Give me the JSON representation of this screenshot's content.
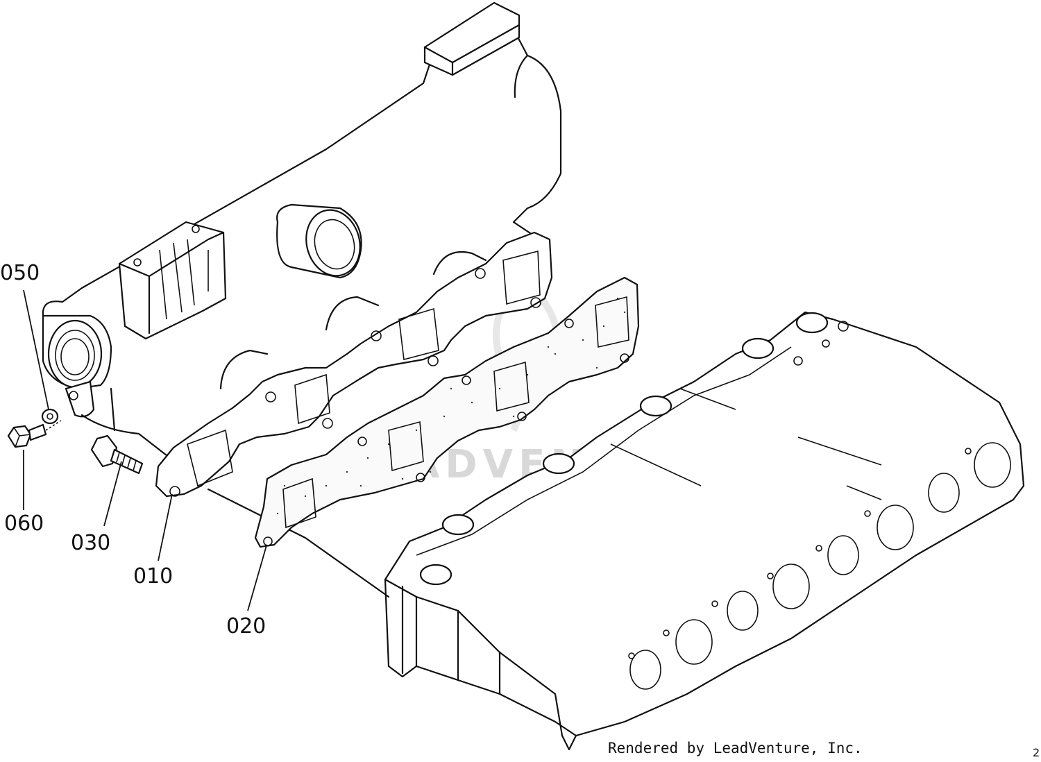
{
  "callouts": {
    "p050": "050",
    "p060": "060",
    "p030": "030",
    "p010": "010",
    "p020": "020"
  },
  "watermark": "LEADVENTURE",
  "credit": "Rendered by LeadVenture, Inc.",
  "corner_mark": "2"
}
